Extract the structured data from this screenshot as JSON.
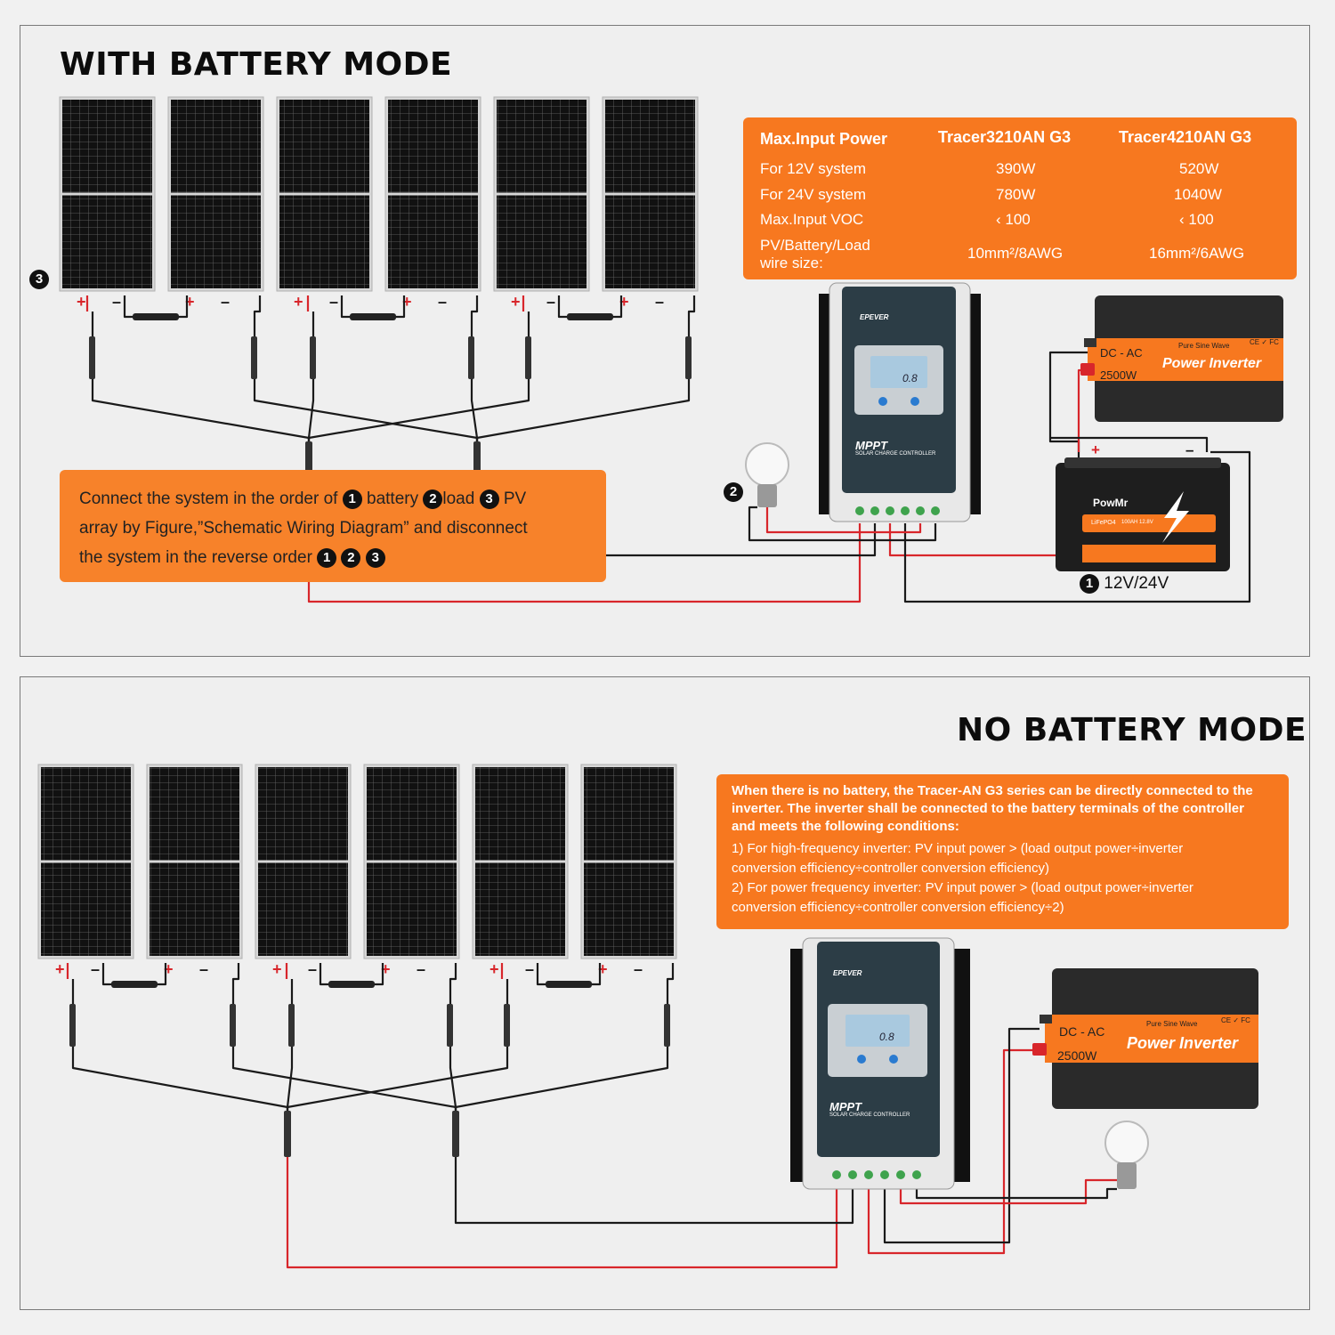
{
  "top": {
    "title": "WITH BATTERY MODE",
    "spec_table": {
      "header": [
        "Max.Input Power",
        "Tracer3210AN G3",
        "Tracer4210AN G3"
      ],
      "rows": [
        [
          "For 12V system",
          "390W",
          "520W"
        ],
        [
          "For 24V system",
          "780W",
          "1040W"
        ],
        [
          "Max.Input VOC",
          "‹ 100",
          "‹ 100"
        ]
      ],
      "wire_label_1": "PV/Battery/Load",
      "wire_label_2": "wire size:",
      "wire_3210": "10mm²/8AWG",
      "wire_4210": "16mm²/6AWG"
    },
    "callout": {
      "pre": "Connect the system in the order of",
      "n1": "1",
      "t1": "battery",
      "n2": "2",
      "t2": "load",
      "n3": "3",
      "t3": "PV",
      "line2": "array by Figure,”Schematic Wiring Diagram” and disconnect",
      "line3": "the system in the reverse order",
      "r1": "1",
      "r2": "2",
      "r3": "3"
    },
    "marker_pv": "3",
    "marker_load": "2",
    "marker_battery": "1",
    "battery_voltage": "12V/24V"
  },
  "bottom": {
    "title": "NO BATTERY MODE",
    "note": {
      "bold1": "When there is no battery, the Tracer-AN G3 series can be directly connected to the",
      "bold2": "inverter. The inverter shall be connected to the battery terminals of the controller",
      "bold3": "and meets the following conditions:",
      "c1a": "1) For high-frequency inverter: PV input power > (load output power÷inverter",
      "c1b": "conversion efficiency÷controller conversion efficiency)",
      "c2a": "2) For power frequency inverter: PV input power > (load output power÷inverter",
      "c2b": "conversion efficiency÷controller conversion efficiency÷2)"
    }
  },
  "controller": {
    "brand": "EPEVER",
    "model_text": "MPPT",
    "sub_text": "SOLAR CHARGE CONTROLLER",
    "display": "0.8"
  },
  "inverter": {
    "type": "DC - AC",
    "power": "2500W",
    "name": "Power Inverter",
    "wave": "Pure Sine Wave",
    "marks": "CE ✓ FC"
  },
  "battery": {
    "brand": "PowMr",
    "chem": "LiFePO4",
    "spec": "100AH 12.8V",
    "plus": "+",
    "minus": "–"
  },
  "panel_terminals": {
    "plus": "+",
    "minus": "–"
  },
  "colors": {
    "orange": "#f7781f",
    "wire_red": "#d8262b",
    "wire_black": "#1a1a1a"
  }
}
